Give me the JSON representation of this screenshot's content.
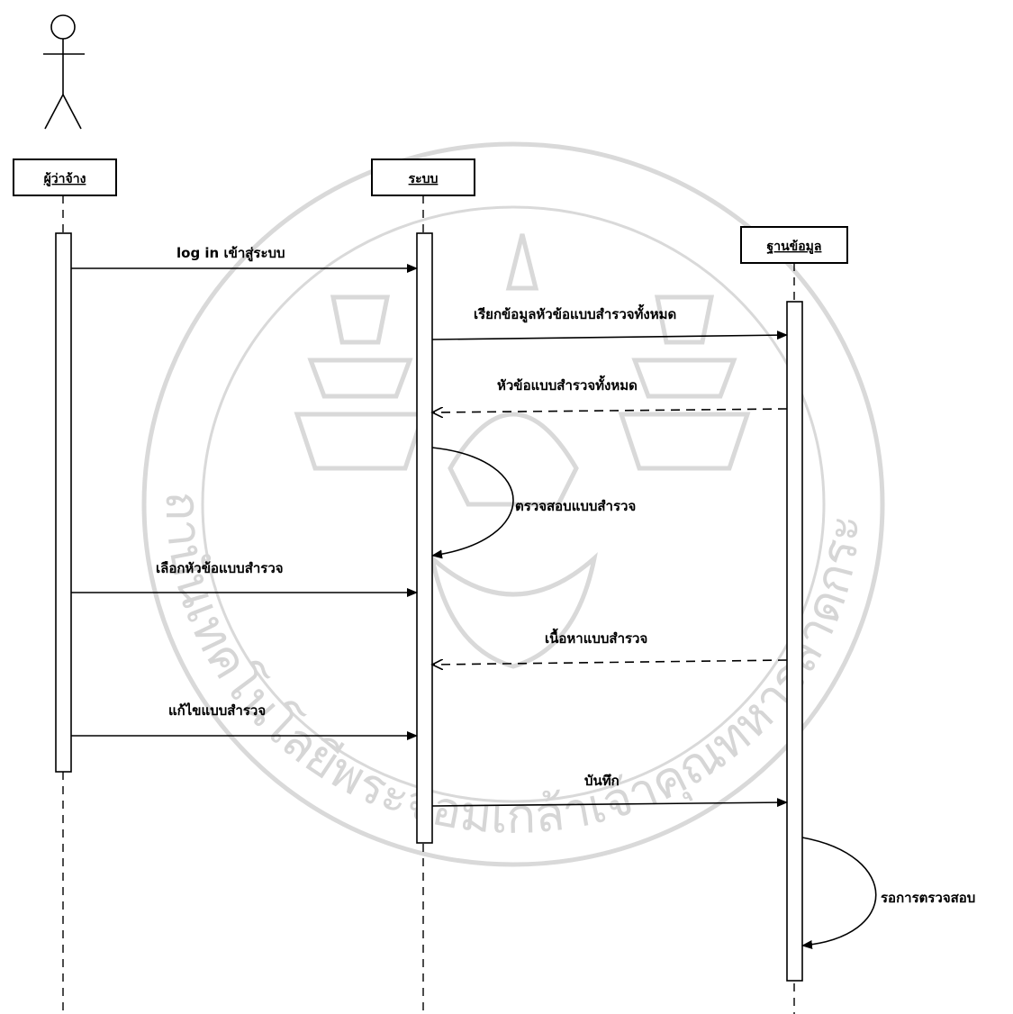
{
  "diagram": {
    "type": "sequence",
    "participants": [
      {
        "id": "employer",
        "label": "ผู้ว่าจ้าง",
        "kind": "actor"
      },
      {
        "id": "system",
        "label": "ระบบ",
        "kind": "object"
      },
      {
        "id": "database",
        "label": "ฐานข้อมูล",
        "kind": "object"
      }
    ],
    "messages": [
      {
        "id": "m1",
        "from": "employer",
        "to": "system",
        "label": "log in เข้าสู่ระบบ",
        "style": "sync"
      },
      {
        "id": "m2",
        "from": "system",
        "to": "database",
        "label": "เรียกข้อมูลหัวข้อแบบสำรวจทั้งหมด",
        "style": "sync"
      },
      {
        "id": "m3",
        "from": "database",
        "to": "system",
        "label": "หัวข้อแบบสำรวจทั้งหมด",
        "style": "return"
      },
      {
        "id": "m4",
        "from": "system",
        "to": "system",
        "label": "ตรวจสอบแบบสำรวจ",
        "style": "self"
      },
      {
        "id": "m5",
        "from": "employer",
        "to": "system",
        "label": "เลือกหัวข้อแบบสำรวจ",
        "style": "sync"
      },
      {
        "id": "m6",
        "from": "database",
        "to": "system",
        "label": "เนื้อหาแบบสำรวจ",
        "style": "return"
      },
      {
        "id": "m7",
        "from": "employer",
        "to": "system",
        "label": "แก้ไขแบบสำรวจ",
        "style": "sync"
      },
      {
        "id": "m8",
        "from": "system",
        "to": "database",
        "label": "บันทึก",
        "style": "sync"
      },
      {
        "id": "m9",
        "from": "database",
        "to": "database",
        "label": "รอการตรวจสอบ",
        "style": "self"
      }
    ]
  },
  "watermark": {
    "text": "สถาบันเทคโนโลยีพระจอมเกล้าเจ้าคุณทหารลาดกระบัง",
    "color": "#d6d6d6"
  }
}
